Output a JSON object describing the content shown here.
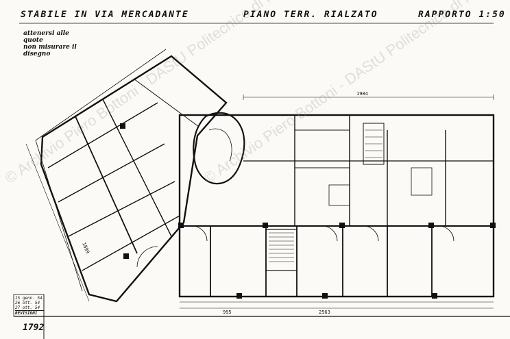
{
  "titles": {
    "left": "STABILE IN VIA MERCADANTE",
    "middle": "PIANO TERR. RIALZATO",
    "right": "RAPPORTO 1:50"
  },
  "note": {
    "line1": "attenersi alle quote",
    "line2": "non misurare il",
    "line3": "disegno"
  },
  "revisions": {
    "entry1": "15 genn. 54",
    "entry2": "26 ott. 54",
    "entry3": "27 ott. 54",
    "label": "REVISIONI"
  },
  "sheet_number": "1792",
  "watermark": "© Archivio Piero Bottoni - DAStU Politecnico di Milano",
  "dimensions": {
    "top_total": "1984",
    "bottom_total": "2563",
    "bottom_left": "995",
    "left_side": "1899"
  }
}
